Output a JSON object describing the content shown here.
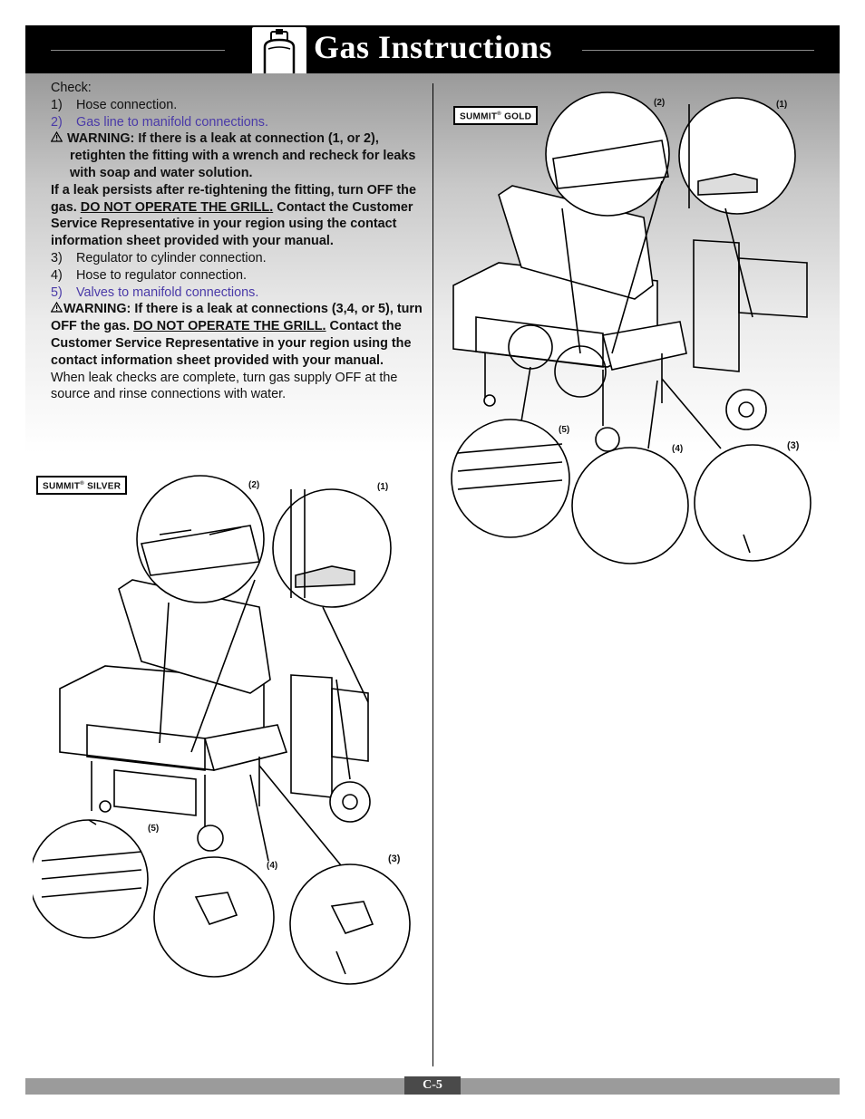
{
  "header": {
    "title": "Gas  Instructions",
    "icon": "propane-tank-icon"
  },
  "instructions": {
    "check_label": "Check:",
    "steps_a": [
      {
        "num": "1)",
        "text": "Hose connection.",
        "color": "#111111"
      },
      {
        "num": "2)",
        "text": "Gas line to manifold connections.",
        "color": "#4a3aa8"
      }
    ],
    "warning1": {
      "icon": "warning-triangle-icon",
      "first": "WARNING: If there is a leak at connection (1, or 2),",
      "rest": "retighten the fitting with a wrench and recheck for leaks with soap and water solution."
    },
    "persist_1": "If a leak persists after re-tightening the fitting, turn OFF the gas. ",
    "persist_u": "DO NOT OPERATE THE GRILL.",
    "persist_2": " Contact the Customer Service Representative in your region using the contact information sheet provided with your manual.",
    "steps_b": [
      {
        "num": "3)",
        "text": "Regulator to cylinder connection.",
        "color": "#111111"
      },
      {
        "num": "4)",
        "text": "Hose to regulator connection.",
        "color": "#111111"
      },
      {
        "num": "5)",
        "text": "Valves to manifold connections.",
        "color": "#4a3aa8"
      }
    ],
    "warning2": {
      "icon": "warning-triangle-icon",
      "part1": "WARNING: If there is a leak at connections (3,4, or 5), turn OFF the gas. ",
      "part_u": "DO NOT OPERATE THE GRILL.",
      "part2": " Contact the Customer Service Representative in your region using the contact information sheet provided with your manual."
    },
    "closing": "When leak checks are complete, turn gas supply OFF at the source and rinse connections with water."
  },
  "figures": {
    "silver": {
      "badge_brand": "SUMMIT",
      "badge_reg": "®",
      "badge_model": "SILVER",
      "callouts": {
        "c1": "(1)",
        "c2": "(2)",
        "c3": "(3)",
        "c4": "(4)",
        "c5": "(5)"
      }
    },
    "gold": {
      "badge_brand": "SUMMIT",
      "badge_reg": "®",
      "badge_model": "GOLD",
      "callouts": {
        "c1": "(1)",
        "c2": "(2)",
        "c3": "(3)",
        "c4": "(4)",
        "c5": "(5)"
      }
    }
  },
  "footer": {
    "page": "C-5"
  }
}
